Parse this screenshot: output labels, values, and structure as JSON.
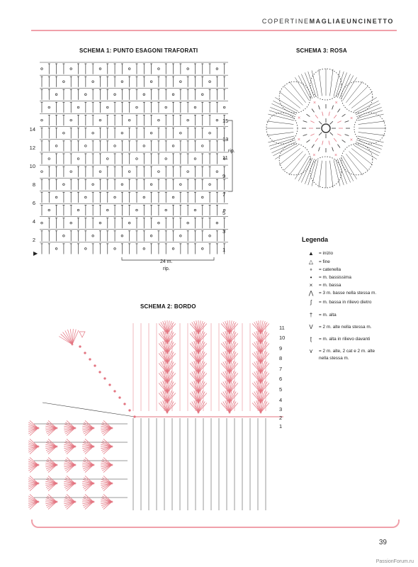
{
  "header": {
    "brand_light": "COPERTINE",
    "brand_bold": "MAGLIAEUNCINETTO"
  },
  "schema1": {
    "title": "SCHEMA 1: PUNTO ESAGONI TRAFORATI",
    "rows_left": [
      "14",
      "12",
      "10",
      "8",
      "6",
      "4",
      "2"
    ],
    "rows_right": [
      "15",
      "13",
      "11",
      "9",
      "7",
      "5",
      "3",
      "1"
    ],
    "rip_right": "rip.",
    "width_label": "24 m.",
    "rip_bottom": "rip."
  },
  "schema3": {
    "title": "SCHEMA 3: ROSA"
  },
  "schema2": {
    "title": "SCHEMA 2: BORDO",
    "rows": [
      "11",
      "10",
      "9",
      "8",
      "7",
      "6",
      "5",
      "4",
      "3",
      "2",
      "1"
    ]
  },
  "legend": {
    "title": "Legenda",
    "items": [
      {
        "icon": "filled-triangle-icon",
        "symbol": "▲",
        "text": "= inizio"
      },
      {
        "icon": "open-triangle-icon",
        "symbol": "△",
        "text": "= fine"
      },
      {
        "icon": "chain-icon",
        "symbol": "∘",
        "text": "= catenella"
      },
      {
        "icon": "slip-stitch-icon",
        "symbol": "•",
        "text": "= m. bassissima"
      },
      {
        "icon": "single-crochet-icon",
        "symbol": "×",
        "text": "= m. bassa"
      },
      {
        "icon": "three-sc-same-stitch-icon",
        "symbol": "⋀",
        "text": "= 3 m. basse nella stessa m."
      },
      {
        "icon": "back-post-sc-icon",
        "symbol": "ʃ",
        "text": "= m. bassa in rilievo dietro"
      },
      {
        "icon": "double-crochet-icon",
        "symbol": "†",
        "text": "= m. alta"
      },
      {
        "icon": "two-dc-same-stitch-icon",
        "symbol": "V",
        "text": "= 2 m. alte nella stessa m."
      },
      {
        "icon": "front-post-dc-icon",
        "symbol": "ʈ",
        "text": "= m. alta in rilievo davanti"
      },
      {
        "icon": "shell-icon",
        "symbol": "⋎",
        "text": "= 2 m. alte, 2 cat e 2 m. alte",
        "text2": "nella stessa m."
      }
    ]
  },
  "page_number": "39",
  "watermark": "PassionForum.ru",
  "colors": {
    "accent": "#e3737f",
    "ink": "#333333",
    "rule": "#f0a0aa"
  }
}
